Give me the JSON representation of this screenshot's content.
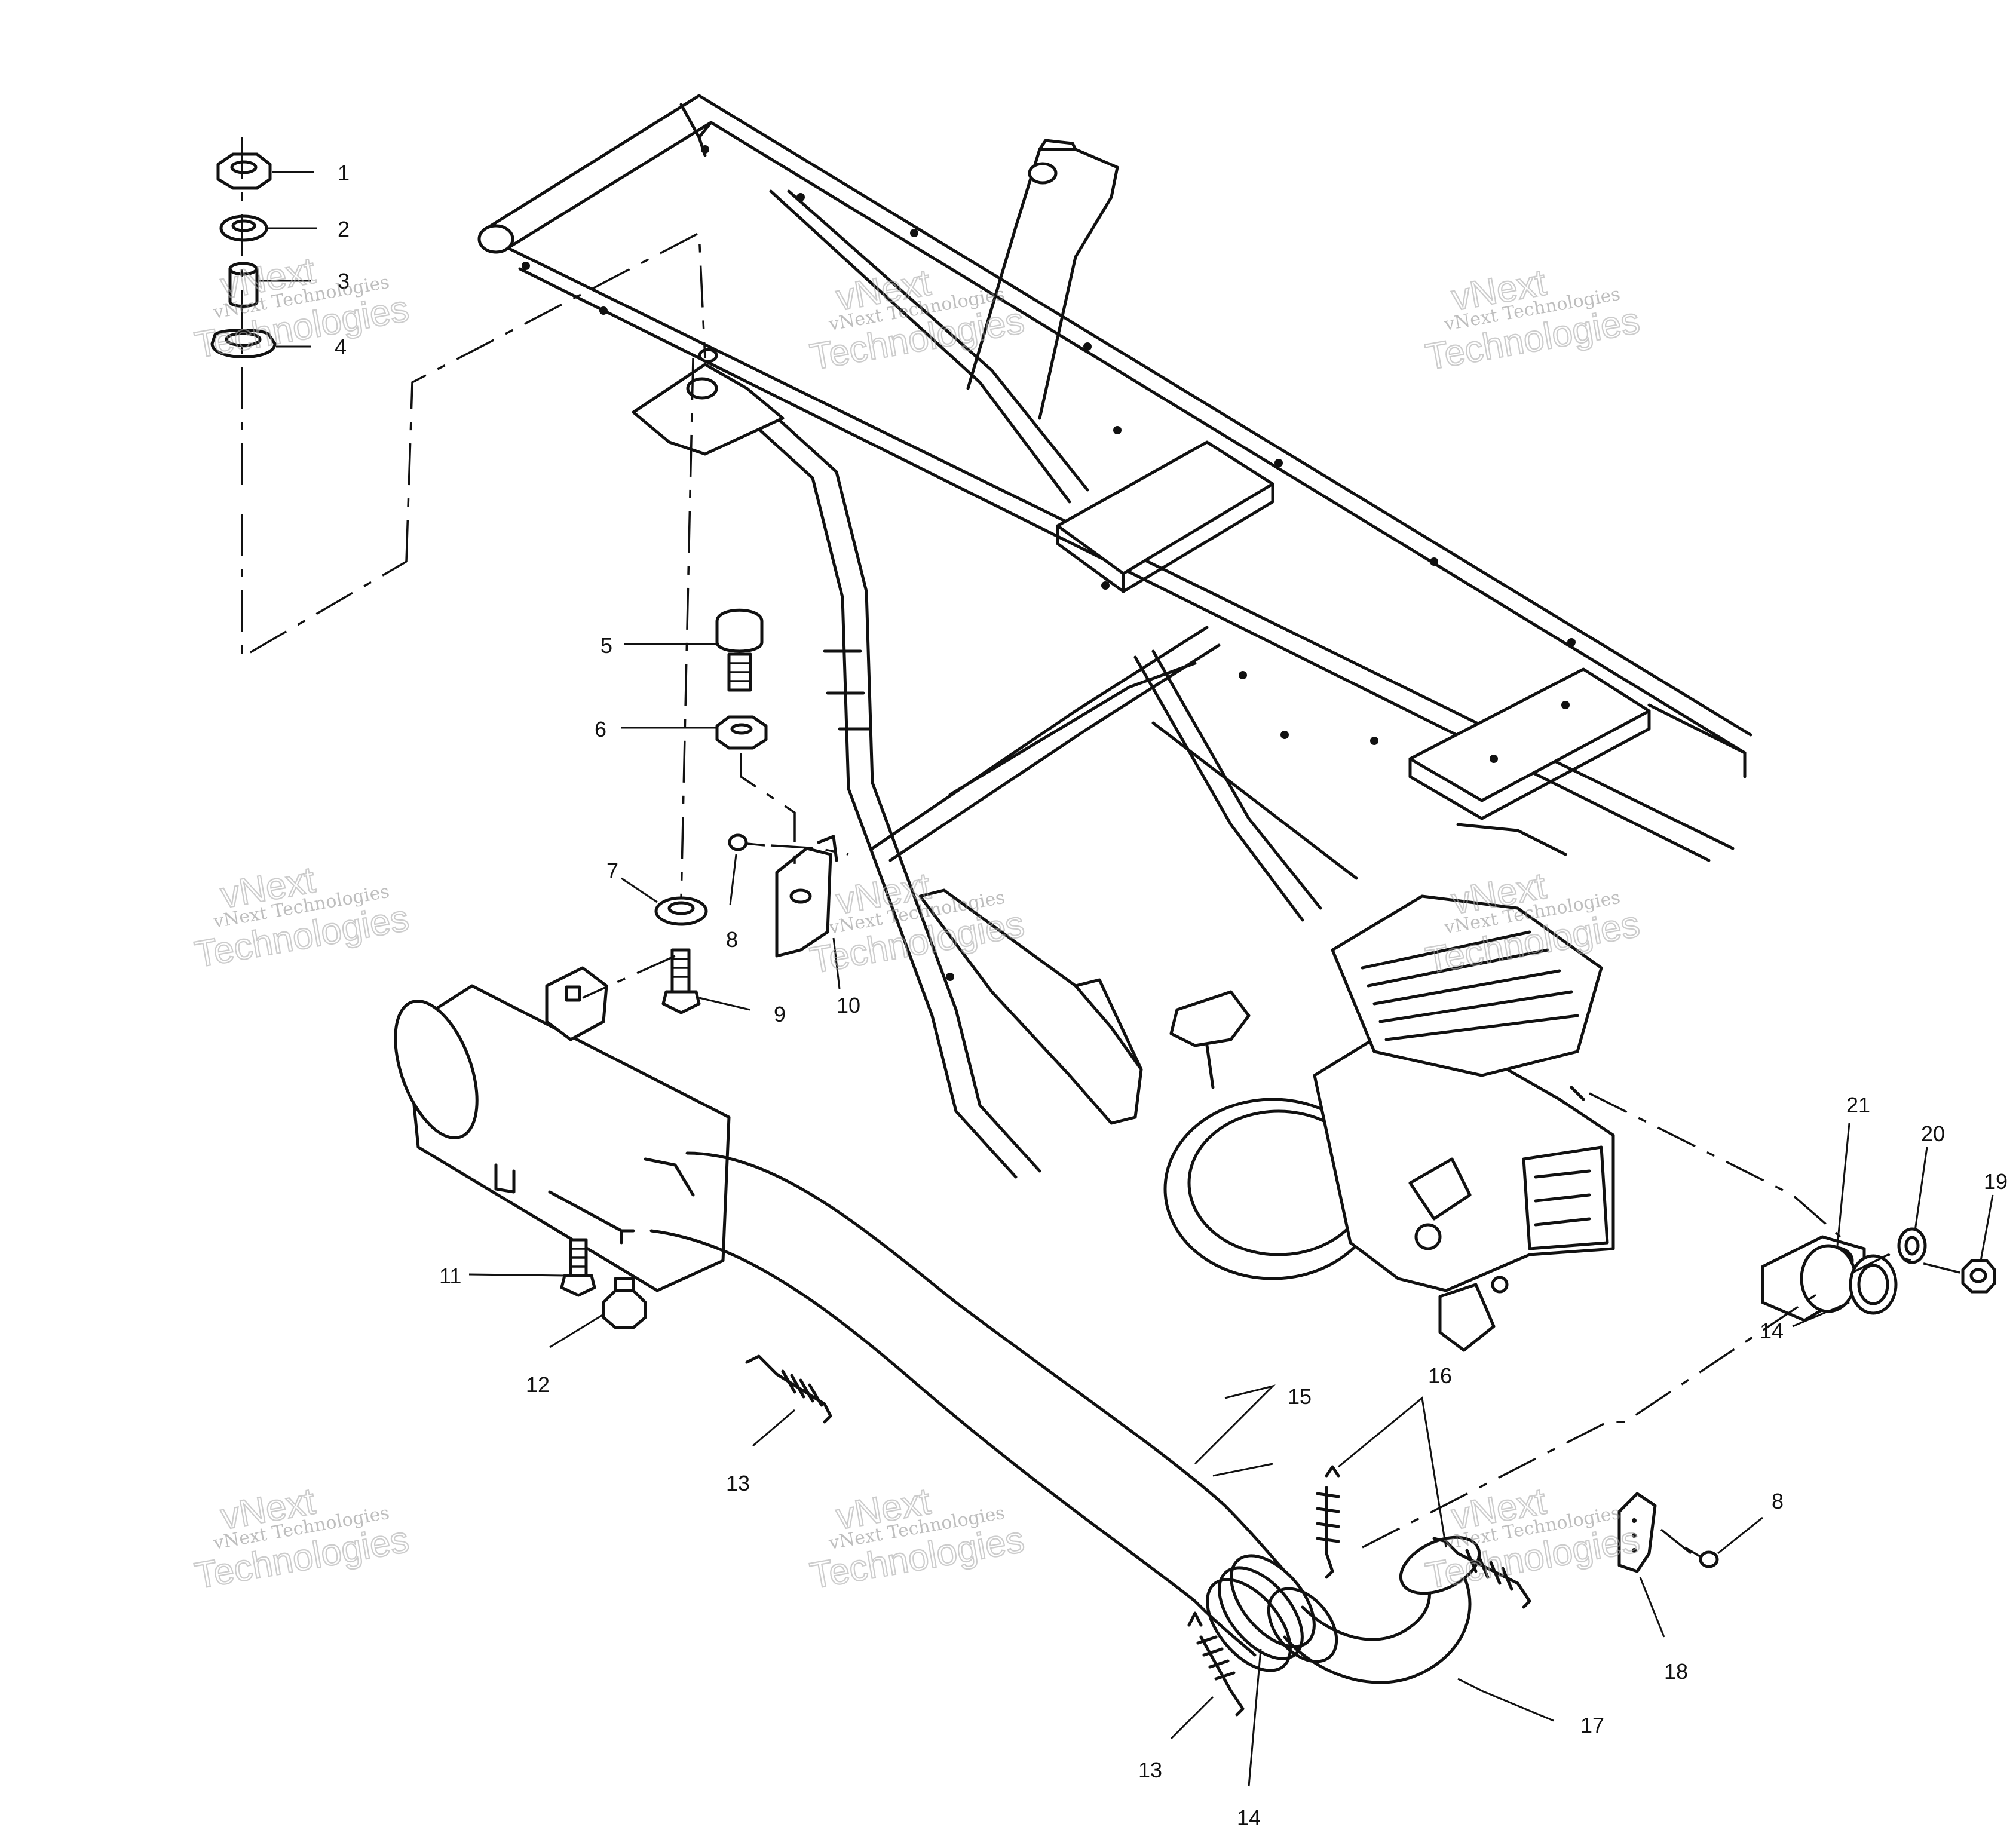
{
  "watermark": {
    "line1": "vNext",
    "line2": "vNext Technologies",
    "line3": "Technologies"
  },
  "callouts": [
    {
      "id": "c1",
      "label": "1"
    },
    {
      "id": "c2",
      "label": "2"
    },
    {
      "id": "c3",
      "label": "3"
    },
    {
      "id": "c4",
      "label": "4"
    },
    {
      "id": "c5",
      "label": "5"
    },
    {
      "id": "c6",
      "label": "6"
    },
    {
      "id": "c7",
      "label": "7"
    },
    {
      "id": "c8a",
      "label": "8"
    },
    {
      "id": "c9",
      "label": "9"
    },
    {
      "id": "c10",
      "label": "10"
    },
    {
      "id": "c11",
      "label": "11"
    },
    {
      "id": "c12",
      "label": "12"
    },
    {
      "id": "c13a",
      "label": "13"
    },
    {
      "id": "c13b",
      "label": "13"
    },
    {
      "id": "c14a",
      "label": "14"
    },
    {
      "id": "c14b",
      "label": "14"
    },
    {
      "id": "c15",
      "label": "15"
    },
    {
      "id": "c16",
      "label": "16"
    },
    {
      "id": "c17",
      "label": "17"
    },
    {
      "id": "c18",
      "label": "18"
    },
    {
      "id": "c8b",
      "label": "8"
    },
    {
      "id": "c19",
      "label": "19"
    },
    {
      "id": "c20",
      "label": "20"
    },
    {
      "id": "c21",
      "label": "21"
    }
  ]
}
